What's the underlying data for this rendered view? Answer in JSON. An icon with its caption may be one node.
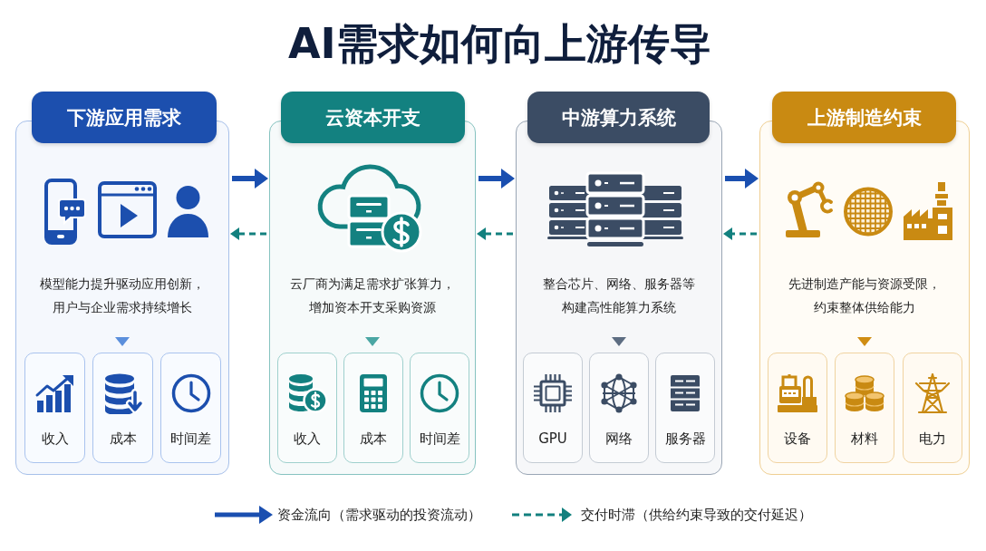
{
  "diagram": {
    "title": "AI需求如何向上游传导",
    "nodes": [
      {
        "text": [
          "下游应用需求"
        ]
      },
      {
        "text": [
          "模型能力提升驱动应用创新，用户与企业需求持续增长"
        ]
      },
      {
        "text": [
          "收入"
        ],
        "in": 1
      },
      {
        "text": [
          "成本"
        ],
        "in": 1
      },
      {
        "text": [
          "时间差"
        ],
        "in": 1
      },
      {
        "text": [
          "云资本开支"
        ]
      },
      {
        "text": [
          "云厂商为满足需求扩张算力，增加资本开支采购资源"
        ]
      },
      {
        "text": [
          "收入"
        ],
        "in": 6
      },
      {
        "text": [
          "成本"
        ],
        "in": 6
      },
      {
        "text": [
          "时间差"
        ],
        "in": 6
      },
      {
        "text": [
          "中游算力系统"
        ]
      },
      {
        "text": [
          "整合芯片、网络、服务器等构建高性能算力系统"
        ]
      },
      {
        "text": [
          "GPU"
        ],
        "in": 11
      },
      {
        "text": [
          "网络"
        ],
        "in": 11
      },
      {
        "text": [
          "服务器"
        ],
        "in": 11
      },
      {
        "text": [
          "上游制造约束"
        ]
      },
      {
        "text": [
          "先进制造产能与资源受限，约束整体供给能力"
        ]
      },
      {
        "text": [
          "设备"
        ],
        "in": 16
      },
      {
        "text": [
          "材料"
        ],
        "in": 16
      },
      {
        "text": [
          "电力"
        ],
        "in": 16
      }
    ],
    "edges": [
      {
        "from": 1,
        "to": 6,
        "arrow": "to",
        "style": "thick",
        "color": "#1a4fb0"
      },
      {
        "from": 6,
        "to": 1,
        "arrow": "to",
        "style": "dashed",
        "color": "#12807e"
      },
      {
        "from": 6,
        "to": 11,
        "arrow": "to",
        "style": "thick",
        "color": "#1a4fb0"
      },
      {
        "from": 11,
        "to": 6,
        "arrow": "to",
        "style": "dashed",
        "color": "#12807e"
      },
      {
        "from": 11,
        "to": 16,
        "arrow": "to",
        "style": "thick",
        "color": "#1a4fb0"
      },
      {
        "from": 16,
        "to": 11,
        "arrow": "to",
        "style": "dashed",
        "color": "#12807e"
      }
    ],
    "legend": [
      {
        "text": "资金流向（需求驱动的投资流动）"
      },
      {
        "text": "交付时滞（供给约束导致的交付延迟）"
      }
    ]
  }
}
